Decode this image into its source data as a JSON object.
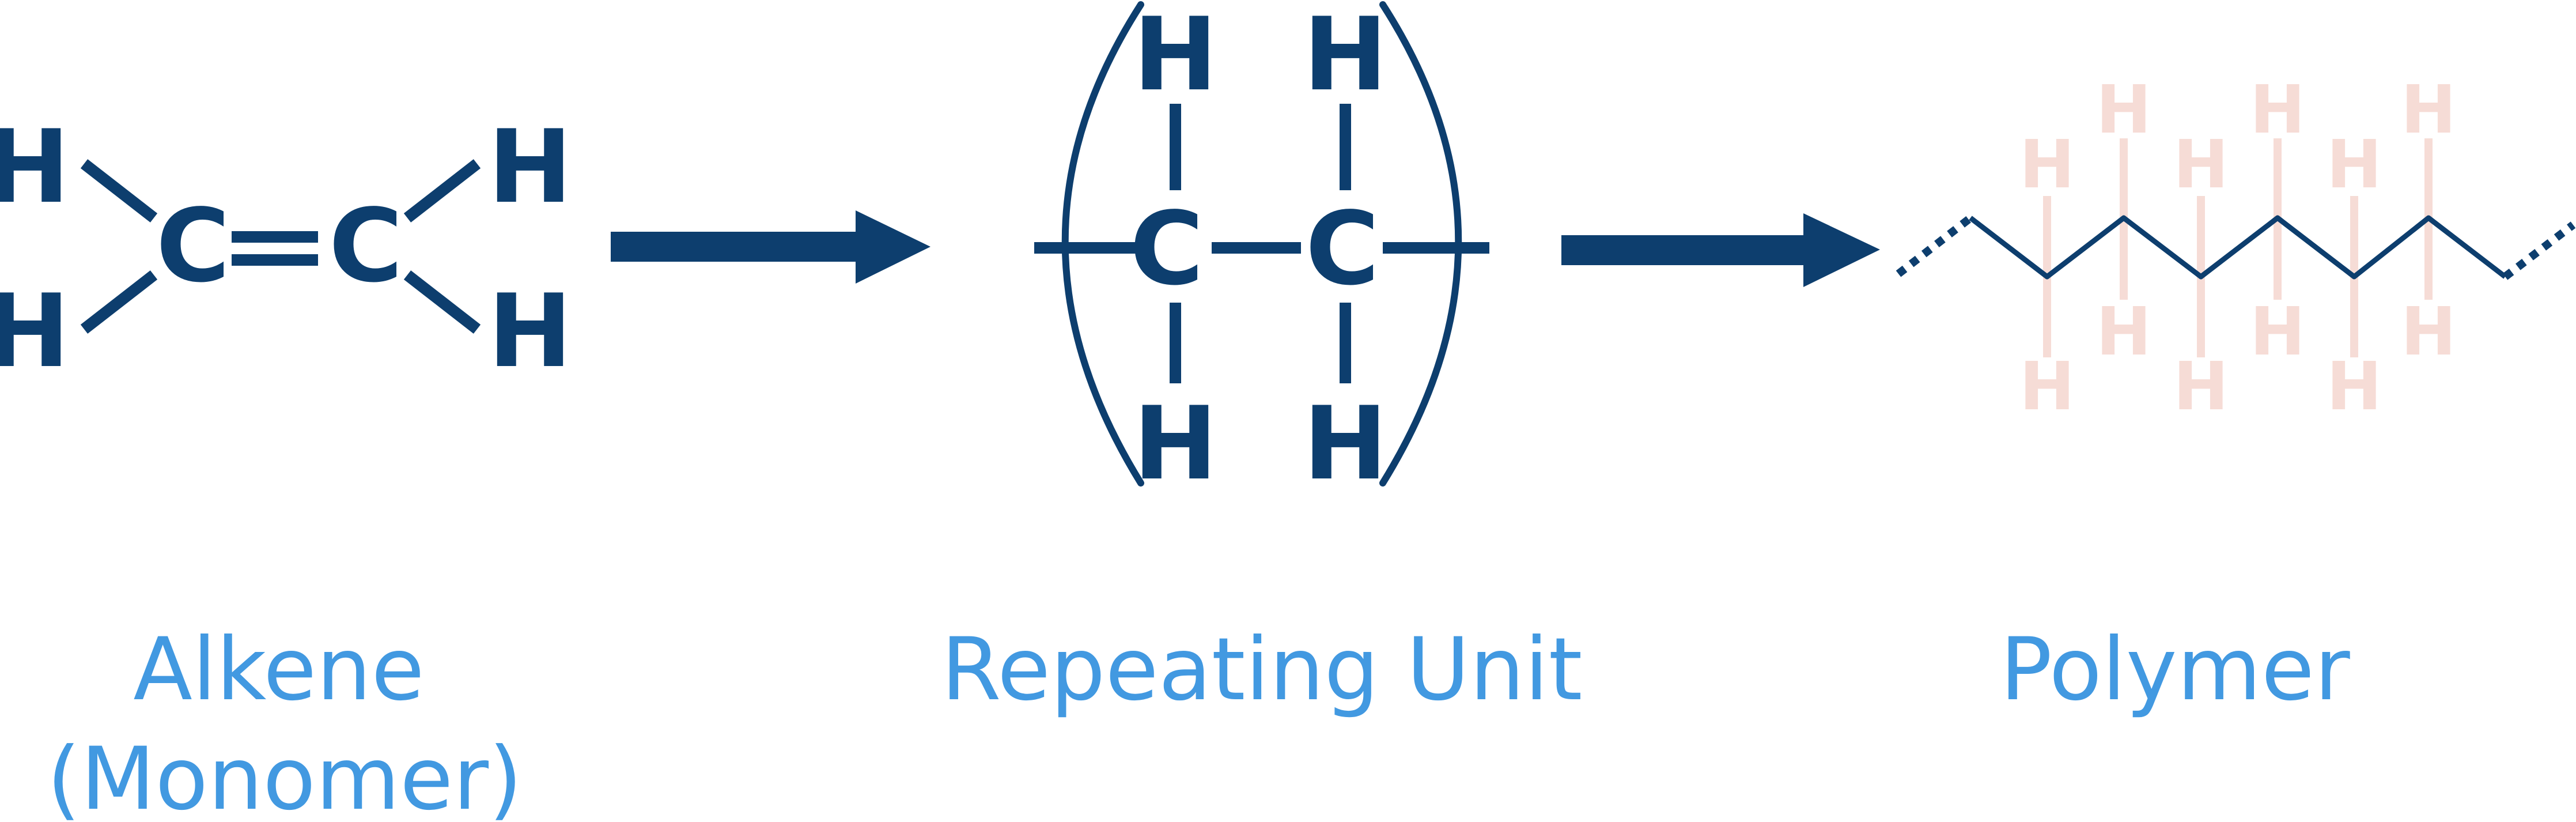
{
  "colors": {
    "structure": "#0d3e6e",
    "caption": "#4299e1",
    "hydrogen_faded": "#f6dcd6"
  },
  "atoms": {
    "hydrogen": "H",
    "carbon": "C"
  },
  "captions": {
    "monomer_line1": "Alkene",
    "monomer_line2": "(Monomer)",
    "repeating_unit": "Repeating Unit",
    "polymer": "Polymer"
  }
}
